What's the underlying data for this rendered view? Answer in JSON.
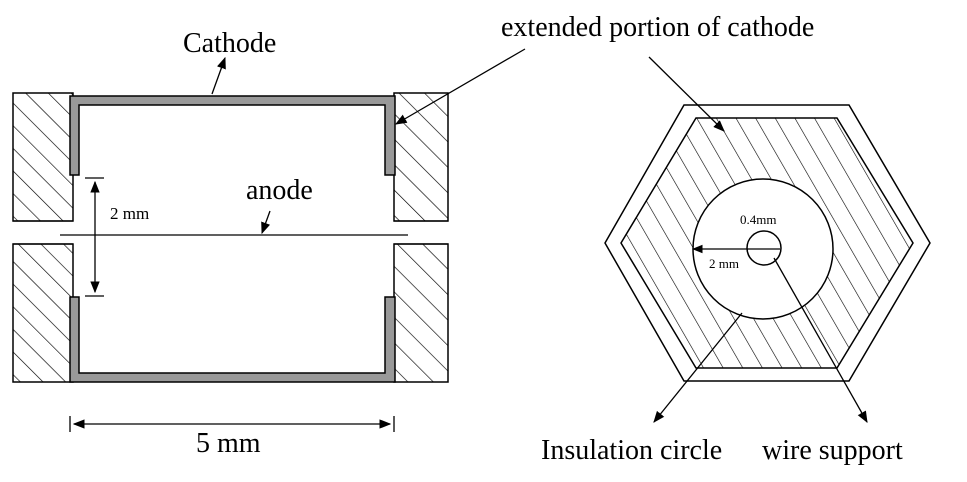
{
  "labels": {
    "cathode": "Cathode",
    "extended_cathode": "extended portion of cathode",
    "anode": "anode",
    "gap": "2 mm",
    "width": "5 mm",
    "wire_diameter": "0.4mm",
    "insulation_diameter": "2 mm",
    "insulation_circle": "Insulation circle",
    "wire_support": "wire support"
  },
  "colors": {
    "stroke": "#000000",
    "cathode_fill": "#999999",
    "background": "#ffffff"
  }
}
